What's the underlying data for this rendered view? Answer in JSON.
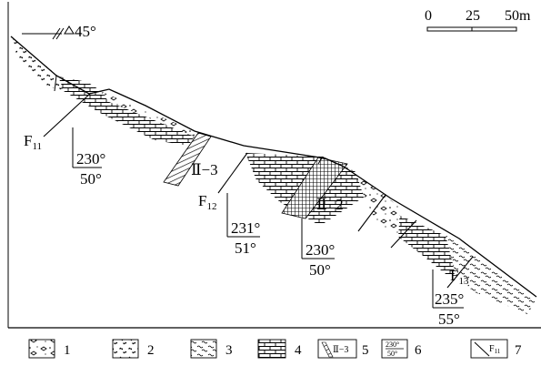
{
  "orientation_label": "45°",
  "scale_bar": {
    "ticks": [
      "0",
      "25",
      "50m"
    ]
  },
  "faults": [
    {
      "id": "F",
      "sub": "11",
      "strike": "230°",
      "dip": "50°"
    },
    {
      "id": "F",
      "sub": "12",
      "strike": "231°",
      "dip": "51°"
    },
    {
      "id": "F",
      "sub": "13",
      "strike": "235°",
      "dip": "55°"
    }
  ],
  "ore_bodies": [
    {
      "label": "Ⅱ−3"
    },
    {
      "label": "Ⅱ−2",
      "strike": "230°",
      "dip": "50°"
    }
  ],
  "legend": [
    {
      "num": "1",
      "pattern": "gravel"
    },
    {
      "num": "2",
      "pattern": "schist"
    },
    {
      "num": "3",
      "pattern": "slate"
    },
    {
      "num": "4",
      "pattern": "limestone"
    },
    {
      "num": "5",
      "pattern": "ore-body",
      "sample": "Ⅱ−3"
    },
    {
      "num": "6",
      "pattern": "attitude",
      "strike": "230°",
      "dip": "50°"
    },
    {
      "num": "7",
      "pattern": "fault",
      "sample_id": "F",
      "sample_sub": "11"
    }
  ]
}
